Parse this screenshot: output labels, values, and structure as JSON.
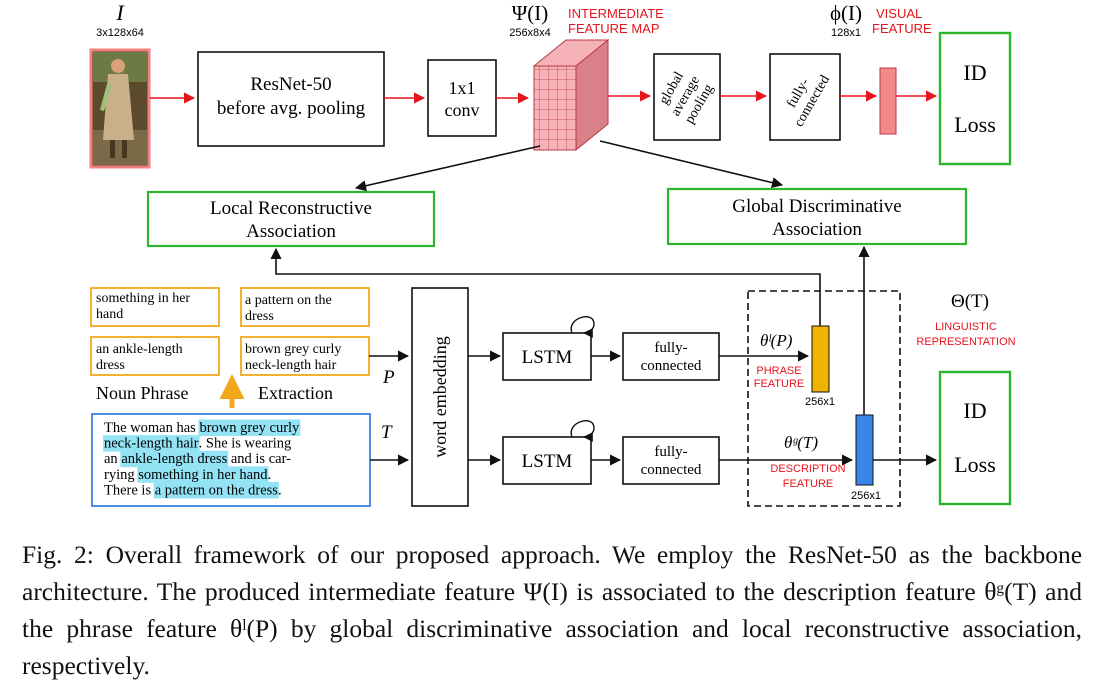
{
  "top": {
    "input_symbol": "I",
    "input_dims": "3x128x64",
    "resnet_line1": "ResNet-50",
    "resnet_line2": "before avg. pooling",
    "conv_line1": "1x1",
    "conv_line2": "conv",
    "psi_symbol": "Ψ(I)",
    "psi_dims": "256x8x4",
    "intermediate_line1": "INTERMEDIATE",
    "intermediate_line2": "FEATURE  MAP",
    "gap_line1": "global",
    "gap_line2": "average",
    "gap_line3": "pooling",
    "fc_line1": "fully-",
    "fc_line2": "connected",
    "phi_symbol": "ϕ(I)",
    "phi_dims": "128x1",
    "visual_line1": "VISUAL",
    "visual_line2": "FEATURE",
    "id_loss_line1": "ID",
    "id_loss_line2": "Loss"
  },
  "associations": {
    "local_line1": "Local Reconstructive",
    "local_line2": "Association",
    "global_line1": "Global Discriminative",
    "global_line2": "Association"
  },
  "bottom": {
    "phrases": [
      {
        "line1": "something in her",
        "line2": "hand"
      },
      {
        "line1": "a pattern on the",
        "line2": "dress"
      },
      {
        "line1": "an ankle-length",
        "line2": "dress"
      },
      {
        "line1": "brown grey curly",
        "line2": "neck-length hair"
      }
    ],
    "noun_phrase": "Noun Phrase",
    "extraction": "Extraction",
    "p_label": "P",
    "t_label": "T",
    "description_lines": [
      [
        {
          "text": "The woman has ",
          "hl": false
        },
        {
          "text": "brown grey curly",
          "hl": true
        }
      ],
      [
        {
          "text": "neck-length hair",
          "hl": true
        },
        {
          "text": ". She is wearing",
          "hl": false
        }
      ],
      [
        {
          "text": "an ",
          "hl": false
        },
        {
          "text": "ankle-length dress",
          "hl": true
        },
        {
          "text": " and is car-",
          "hl": false
        }
      ],
      [
        {
          "text": "rying ",
          "hl": false
        },
        {
          "text": "something in her hand",
          "hl": true
        },
        {
          "text": ".",
          "hl": false
        }
      ],
      [
        {
          "text": "There is ",
          "hl": false
        },
        {
          "text": "a pattern on the dress",
          "hl": true
        },
        {
          "text": ".",
          "hl": false
        }
      ]
    ],
    "word_embedding": "word embedding",
    "lstm": "LSTM",
    "fc_line1": "fully-",
    "fc_line2": "connected",
    "theta_l": "θˡ(P)",
    "phrase_feature_line1": "PHRASE",
    "phrase_feature_line2": "FEATURE",
    "phrase_dims": "256x1",
    "theta_g": "θᵍ(T)",
    "description_feature_line1": "DESCRIPTION",
    "description_feature_line2": "FEATURE",
    "description_dims": "256x1",
    "theta_T": "Θ(T)",
    "linguistic_line1": "LINGUISTIC",
    "linguistic_line2": "REPRESENTATION",
    "id_loss_line1": "ID",
    "id_loss_line2": "Loss"
  },
  "colors": {
    "green": "#2db52d",
    "orange": "#f2a81d",
    "blue_box": "#4b8fe0",
    "highlight": "#93e3f5",
    "red_arrow": "#e8141b",
    "phrase_bar": "#f0b400",
    "description_bar": "#3a86e8",
    "feature_map": "#f5b3b8",
    "visual_bar": "#f28a8a"
  },
  "caption": {
    "label": "Fig. 2:",
    "text": "Overall framework of our proposed approach. We employ the ResNet-50 as the backbone architecture. The produced intermediate feature Ψ(I) is associated to the description feature θᵍ(T) and the phrase feature θˡ(P) by global discriminative association and local reconstructive association, respectively."
  }
}
